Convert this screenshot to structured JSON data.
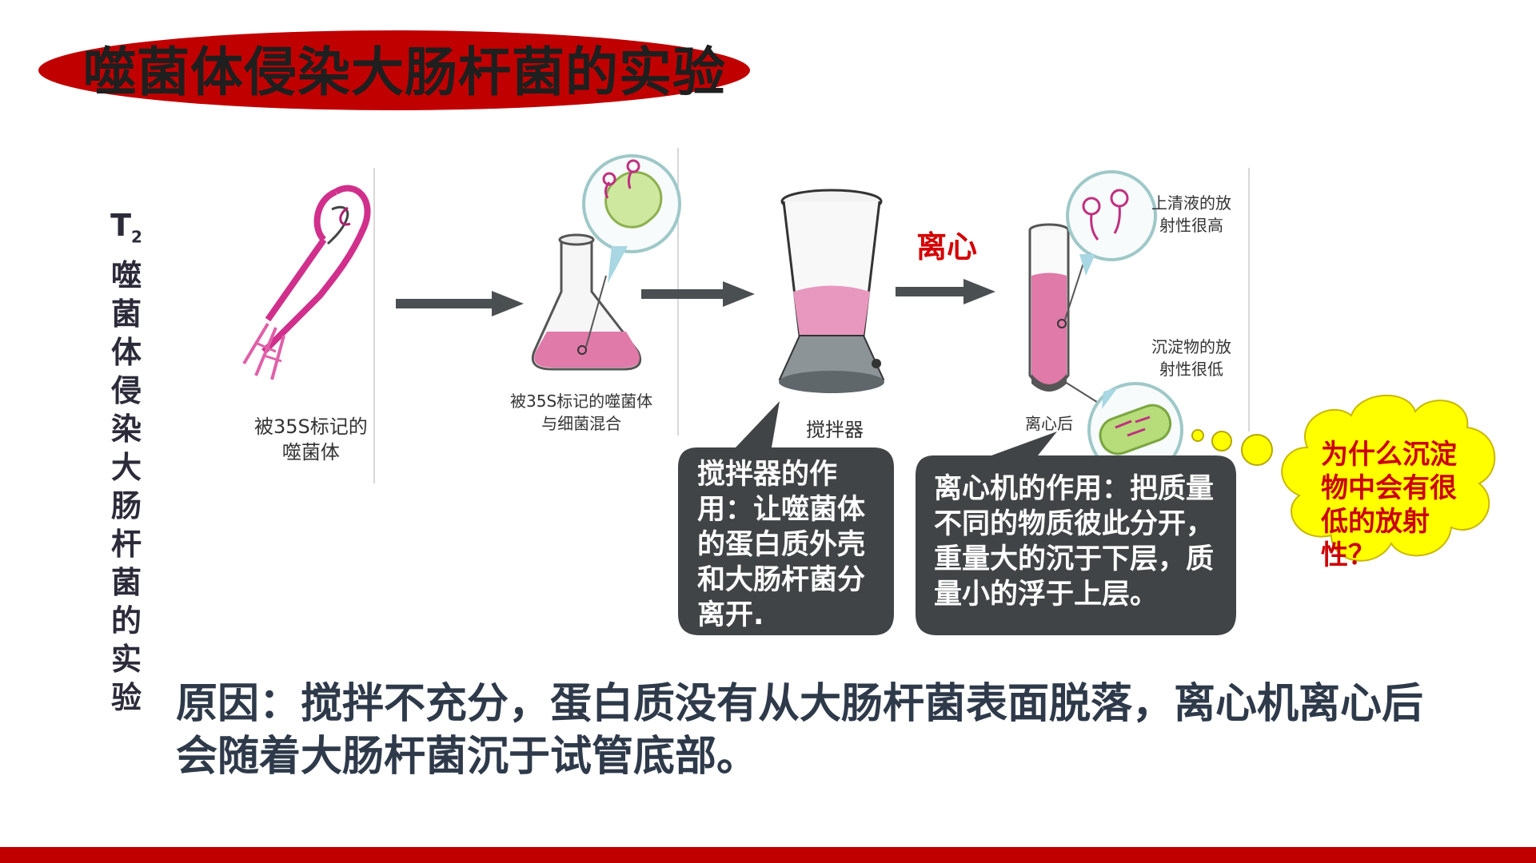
{
  "title": "噬菌体侵染大肠杆菌的实验",
  "side_title": {
    "t": "T",
    "sub": "2",
    "chars": [
      "噬",
      "菌",
      "体",
      "侵",
      "染",
      "大",
      "肠",
      "杆",
      "菌",
      "的",
      "实",
      "验"
    ]
  },
  "figure": {
    "phage_label_line1": "被35S标记的",
    "phage_label_line2": "噬菌体",
    "flask_label_line1": "被35S标记的噬菌体",
    "flask_label_line2": "与细菌混合",
    "blender_label": "搅拌器",
    "centrifuge_word": "离心",
    "tube_label": "离心后",
    "supernatant_line1": "上清液的放",
    "supernatant_line2": "射性很高",
    "sediment_line1": "沉淀物的放",
    "sediment_line2": "射性很低"
  },
  "callouts": {
    "blender": "搅拌器的作用：让噬菌体的蛋白质外壳和大肠杆菌分离开.",
    "centrifuge": "离心机的作用：把质量不同的物质彼此分开，重量大的沉于下层，质量小的浮于上层。"
  },
  "question": "为什么沉淀物中会有很低的放射性？",
  "reason": "原因：搅拌不充分，蛋白质没有从大肠杆菌表面脱落，离心机离心后会随着大肠杆菌沉于试管底部。",
  "colors": {
    "accent_red": "#c00000",
    "callout_bg": "#414446",
    "cloud_yellow": "#ffff00",
    "pink_liquid": "#e07aa8",
    "arrow_gray": "#4a4f52"
  }
}
